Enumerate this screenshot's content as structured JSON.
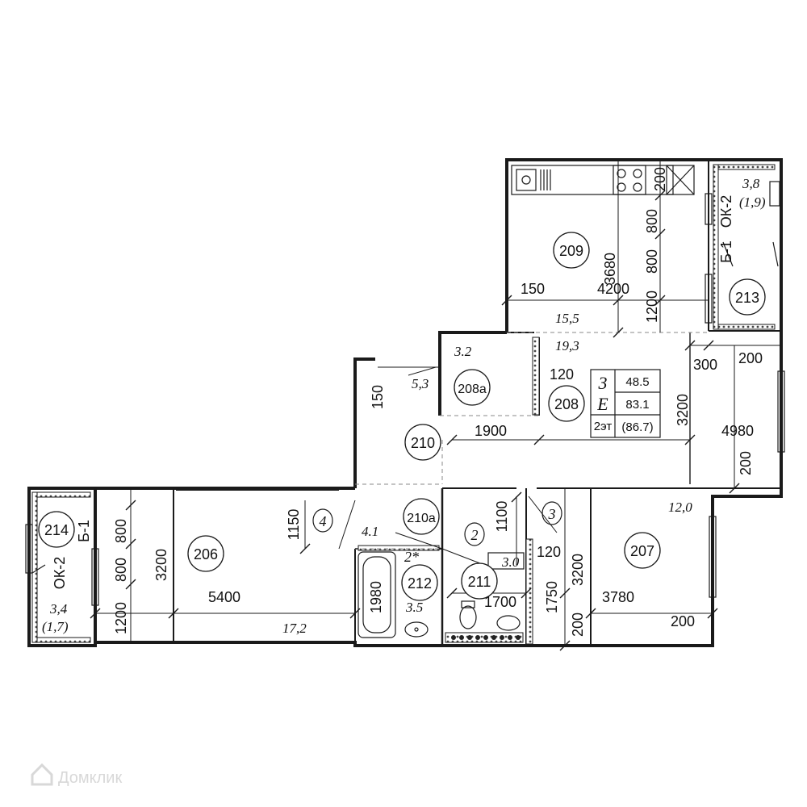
{
  "rooms": [
    {
      "id": "r209",
      "number": "209"
    },
    {
      "id": "r208a",
      "number": "208а"
    },
    {
      "id": "r208",
      "number": "208"
    },
    {
      "id": "r210",
      "number": "210"
    },
    {
      "id": "r210a",
      "number": "210а"
    },
    {
      "id": "r206",
      "number": "206"
    },
    {
      "id": "r207",
      "number": "207"
    },
    {
      "id": "r211",
      "number": "211"
    },
    {
      "id": "r212",
      "number": "212"
    },
    {
      "id": "r213",
      "number": "213"
    },
    {
      "id": "r214",
      "number": "214"
    }
  ],
  "areas": {
    "a_15_5": "15,5",
    "a_19_3": "19,3",
    "a_3_2": "3.2",
    "a_5_3": "5,3",
    "a_12_0": "12,0",
    "a_17_2": "17,2",
    "a_4_1": "4.1",
    "a_3_5": "3.5",
    "a_3_0": "3.0",
    "a_3_8": "3,8",
    "a_1_9": "(1,9)",
    "a_3_4": "3,4",
    "a_1_7": "(1,7)"
  },
  "dimensions": {
    "d3680": "3680",
    "d4200": "4200",
    "d150a": "150",
    "d800a": "800",
    "d800b": "800",
    "d1200a": "1200",
    "d200a": "200",
    "d120a": "120",
    "d150b": "150",
    "d1900": "1900",
    "d3200a": "3200",
    "d4980": "4980",
    "d300": "300",
    "d200b": "200",
    "d200c": "200",
    "d1150": "1150",
    "d5400": "5400",
    "d3200b": "3200",
    "d800c": "800",
    "d800d": "800",
    "d1200b": "1200",
    "d1980": "1980",
    "d1100": "1100",
    "d120b": "120",
    "d1700": "1700",
    "d1750": "1750",
    "d3200c": "3200",
    "d3780": "3780",
    "d200d": "200",
    "d200e": "200"
  },
  "door_marks": {
    "m4": "4",
    "m2star": "2*",
    "m2": "2",
    "m3": "3"
  },
  "openings": {
    "ok2_top": "ОК-2",
    "b1_top": "Б-1",
    "ok2_left": "ОК-2",
    "b1_left": "Б-1"
  },
  "summary_table": {
    "rooms_count": "3",
    "living_area": "48.5",
    "type": "Е",
    "total_area": "83.1",
    "floor": "2эт",
    "total_with_balcony": "(86.7)"
  },
  "watermark": "Домклик"
}
